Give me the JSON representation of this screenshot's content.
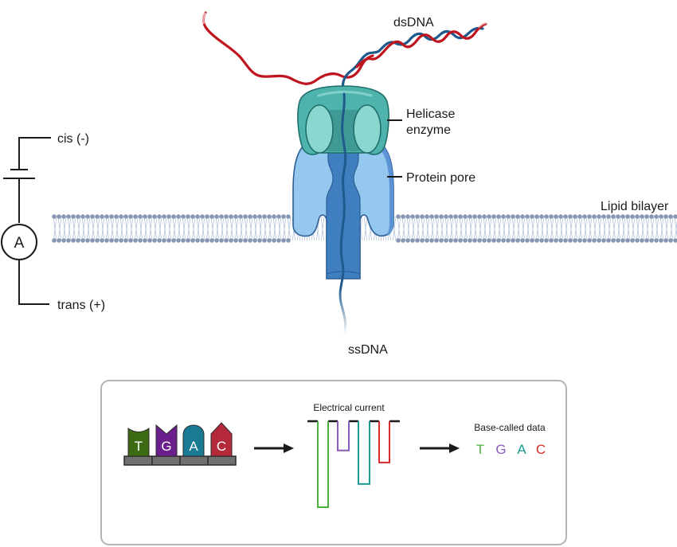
{
  "labels": {
    "dsdna": "dsDNA",
    "helicase_line1": "Helicase",
    "helicase_line2": "enzyme",
    "protein_pore": "Protein pore",
    "lipid_bilayer": "Lipid bilayer",
    "ssdna": "ssDNA",
    "cis": "cis (-)",
    "trans": "trans (+)",
    "ammeter": "A"
  },
  "readout_panel": {
    "electrical_current_title": "Electrical current",
    "base_called_title": "Base-called data",
    "nucleotides": [
      {
        "letter": "T",
        "color": "#3d6b14",
        "shape": "concave-top"
      },
      {
        "letter": "G",
        "color": "#6a1f8c",
        "shape": "v-notch-top"
      },
      {
        "letter": "A",
        "color": "#1a7a94",
        "shape": "rounded-top"
      },
      {
        "letter": "C",
        "color": "#b52a3a",
        "shape": "pointed-top"
      }
    ],
    "current_signal": [
      {
        "base": "T",
        "relative_depth": 1.0,
        "color": "#4cb043"
      },
      {
        "base": "G",
        "relative_depth": 0.34,
        "color": "#8a5cb8"
      },
      {
        "base": "A",
        "relative_depth": 0.73,
        "color": "#1a9a93"
      },
      {
        "base": "C",
        "relative_depth": 0.48,
        "color": "#d42b2b"
      }
    ],
    "called_bases": [
      {
        "letter": "T",
        "color": "#4cb043"
      },
      {
        "letter": "G",
        "color": "#8a5cb8"
      },
      {
        "letter": "A",
        "color": "#1a9a93"
      },
      {
        "letter": "C",
        "color": "#d42b2b"
      }
    ]
  },
  "colors": {
    "dna_red": "#c0141e",
    "dna_blue": "#1e5a8c",
    "helicase": "#4fb3ad",
    "pore": "#8ec2ee",
    "pore_channel": "#3f7fc0",
    "membrane": "#8797b3"
  }
}
